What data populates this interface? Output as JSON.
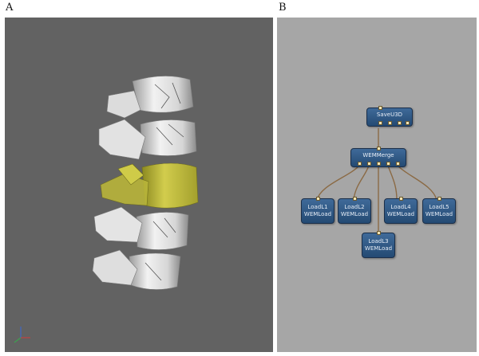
{
  "panels": {
    "left_label": "A",
    "right_label": "B"
  },
  "network": {
    "modules": {
      "save_u3d": {
        "name": "SaveU3D"
      },
      "wem_merge": {
        "name": "WEMMerge"
      },
      "load_l1": {
        "name": "LoadL1",
        "type": "WEMLoad"
      },
      "load_l2": {
        "name": "LoadL2",
        "type": "WEMLoad"
      },
      "load_l3": {
        "name": "LoadL3",
        "type": "WEMLoad"
      },
      "load_l4": {
        "name": "LoadL4",
        "type": "WEMLoad"
      },
      "load_l5": {
        "name": "LoadL5",
        "type": "WEMLoad"
      }
    }
  },
  "colors": {
    "viewer_bg": "#626262",
    "network_bg": "#a6a6a6",
    "bone": "#e9e9e9",
    "highlight": "#c9c640",
    "module": "#2f5986",
    "wire": "#8b6a44"
  }
}
